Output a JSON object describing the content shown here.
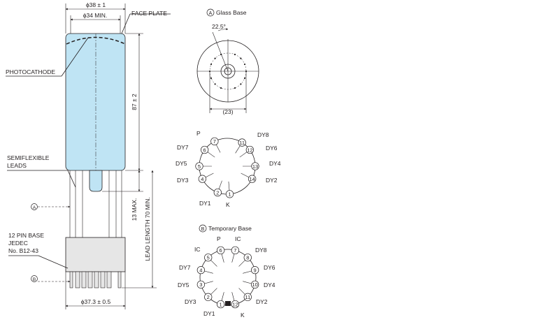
{
  "side_view": {
    "outer_diameter": "ϕ38 ± 1",
    "min_diameter": "ϕ34 MIN.",
    "face_plate": "FACE PLATE",
    "photocathode": "PHOTOCATHODE",
    "length": "87 ± 2",
    "semiflexible_line1": "SEMIFLEXIBLE",
    "semiflexible_line2": "LEADS",
    "max_13": "13 MAX.",
    "lead_length": "LEAD LENGTH 70 MIN.",
    "marker_a": "A",
    "marker_b": "B",
    "base_line1": "12 PIN BASE",
    "base_line2": "JEDEC",
    "base_line3": "No. B12-43",
    "base_diameter": "ϕ37.3 ± 0.5"
  },
  "glass_base": {
    "marker": "A",
    "title": "Glass Base",
    "angle": "22.5°",
    "dimension": "(23)"
  },
  "pins_a": {
    "p": "P",
    "k": "K",
    "dy1": "DY1",
    "dy2": "DY2",
    "dy3": "DY3",
    "dy4": "DY4",
    "dy5": "DY5",
    "dy6": "DY6",
    "dy7": "DY7",
    "dy8": "DY8",
    "n1": "1",
    "n2": "2",
    "n4": "4",
    "n5": "5",
    "n6": "6",
    "n7": "7",
    "n11": "11",
    "n12": "12",
    "n13": "13",
    "n14": "14"
  },
  "temporary_base": {
    "marker": "B",
    "title": "Temporary Base",
    "p": "P",
    "ic_left": "IC",
    "ic_right": "IC",
    "k": "K",
    "dy1": "DY1",
    "dy2": "DY2",
    "dy3": "DY3",
    "dy4": "DY4",
    "dy5": "DY5",
    "dy6": "DY6",
    "dy7": "DY7",
    "dy8": "DY8",
    "n1": "1",
    "n2": "2",
    "n3": "3",
    "n4": "4",
    "n5": "5",
    "n6": "6",
    "n7": "7",
    "n8": "8",
    "n9": "9",
    "n10": "10",
    "n11": "11",
    "n12": "12"
  },
  "colors": {
    "glass": "#bfe4f4",
    "base": "#e6e6e6",
    "line": "#231f20"
  }
}
